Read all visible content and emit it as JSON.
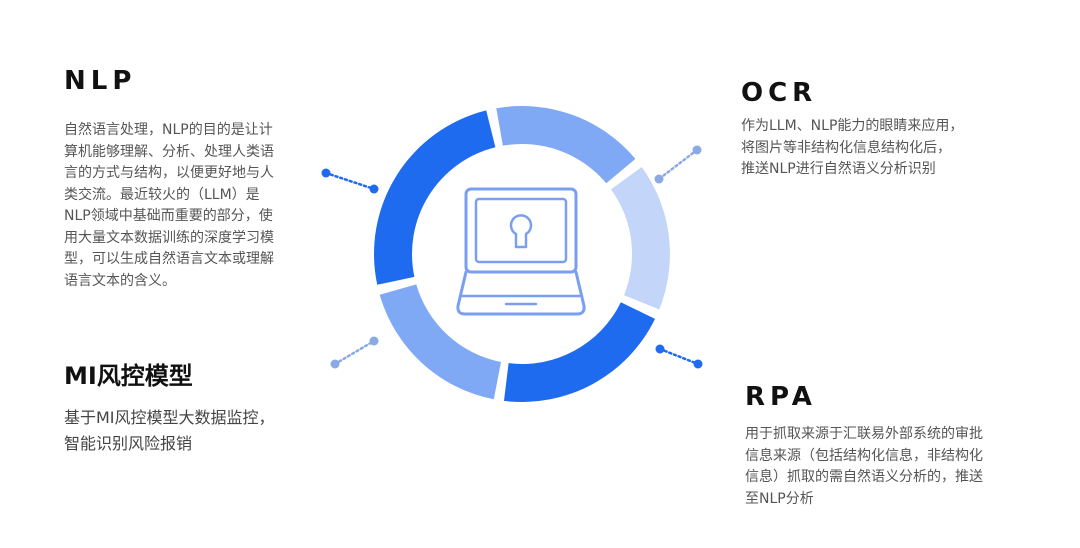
{
  "nlp": {
    "title": "NLP",
    "text": "自然语言处理，NLP的目的是让计\n算机能够理解、分析、处理人类语\n言的方式与结构，以便更好地与人\n类交流。最近较火的（LLM）是\nNLP领域中基础而重要的部分，使\n用大量文本数据训练的深度学习模\n型，可以生成自然语言文本或理解\n语言文本的含义。"
  },
  "ocr": {
    "title": "OCR",
    "text": "作为LLM、NLP能力的眼睛来应用，\n将图片等非结构化信息结构化后，\n推送NLP进行自然语义分析识别"
  },
  "mi": {
    "title": "MI风控模型",
    "text": "基于MI风控模型大数据监控，\n智能识别风险报销"
  },
  "rpa": {
    "title": "RPA",
    "text": "用于抓取来源于汇联易外部系统的审批\n信息来源（包括结构化信息，非结构化\n信息）抓取的需自然语义分析的，推送\n至NLP分析"
  },
  "colors": {
    "segment_dark": "#1f6bf0",
    "segment_mid": "#7fa8f5",
    "segment_light": "#c3d6fa",
    "icon_stroke": "#7a9ff0",
    "connector_dark": "#1f6bf0",
    "connector_light": "#8aaae6"
  },
  "center_icon": "laptop-lock-icon"
}
